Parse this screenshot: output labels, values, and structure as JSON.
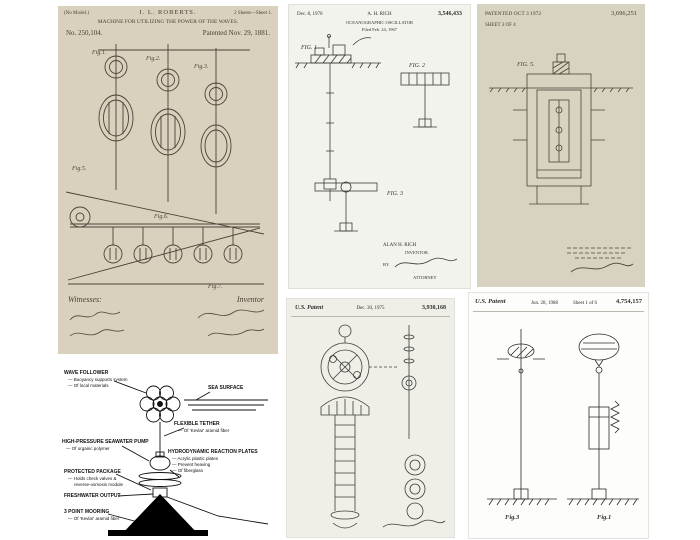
{
  "roberts": {
    "no_model": "(No Model.)",
    "name": "I. L. ROBERTS.",
    "sheet": "2 Sheets—Sheet 1.",
    "title": "MACHINE FOR UTILIZING THE POWER OF THE WAVES.",
    "number": "No. 250,104.",
    "date": "Patented Nov. 29, 1881.",
    "figs": {
      "f1": "Fig.1.",
      "f2": "Fig.2.",
      "f3": "Fig.3.",
      "f5": "Fig.5.",
      "f6": "Fig.6.",
      "f7": "Fig.7."
    },
    "witnesses": "Witnesses:",
    "inventor": "Inventor"
  },
  "rich": {
    "date": "Dec. 8, 1970",
    "name": "A. H. RICH",
    "number": "3,546,433",
    "title": "OCEANOGRAPHIC OSCILLATOR",
    "filed": "Filed Feb. 24, 1967",
    "figs": {
      "f1": "FIG. 1",
      "f2": "FIG. 2",
      "f3": "FIG. 3"
    },
    "inventor_name": "ALAN H. RICH",
    "inventor_label": "INVENTOR.",
    "by": "BY",
    "attorney": "ATTORNEY"
  },
  "p251": {
    "patented": "PATENTED OCT 3 1972",
    "number": "3,696,251",
    "sheet": "SHEET 3 OF 4",
    "fig5": "FIG. 5."
  },
  "delbuoy": {
    "wave_follower": {
      "title": "WAVE FOLLOWER",
      "lines": [
        "— Buoyancy supports system",
        "— Of local materials"
      ]
    },
    "sea_surface": "SEA SURFACE",
    "flexible_tether": {
      "title": "FLEXIBLE TETHER",
      "lines": [
        "— Of 'Kevlar' aramid fiber"
      ]
    },
    "pump": {
      "title": "HIGH-PRESSURE SEAWATER PUMP",
      "lines": [
        "— Of organic polymer"
      ]
    },
    "plates": {
      "title": "HYDRODYNAMIC REACTION PLATES",
      "lines": [
        "— Acrylic plastic plates",
        "— Prevent heaving",
        "— Of fiberglass"
      ]
    },
    "package": {
      "title": "PROTECTED PACKAGE",
      "lines": [
        "— Holds check valves &",
        "reverse-osmosis module"
      ]
    },
    "freshwater": {
      "title": "FRESHWATER OUTPUT"
    },
    "mooring": {
      "title": "3 POINT MOORING",
      "lines": [
        "— Of 'Kevlar' aramid fiber"
      ]
    }
  },
  "tornabene": {
    "header": "U.S. Patent",
    "date": "Dec. 30, 1975",
    "number": "3,930,168"
  },
  "windle": {
    "header": "U.S. Patent",
    "date": "Jun. 28, 1988",
    "sheet": "Sheet 1 of 6",
    "number": "4,754,157",
    "fig3": "Fig.3",
    "fig1": "Fig.1"
  }
}
